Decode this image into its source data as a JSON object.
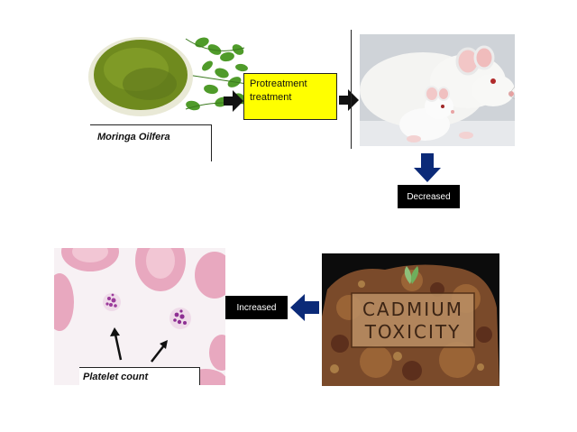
{
  "moringa_label": "Moringa Oilfera",
  "treatment_box_text": "Protreatment\ntreatment",
  "decreased_label": "Decreased",
  "increased_label": "Increased",
  "platelet_label": "Platelet count",
  "cadmium_sign": {
    "line1": "CADMIUM",
    "line2": "TOXICITY"
  },
  "colors": {
    "treatment_box_fill": "#ffff00",
    "blue_arrow": "#0b2a78",
    "label_box": "#000000"
  },
  "icons": [
    "moringa-powder-image",
    "rat-photo",
    "down-arrow-icon",
    "left-arrow-icon",
    "blood-smear-image",
    "cadmium-ore-image"
  ]
}
